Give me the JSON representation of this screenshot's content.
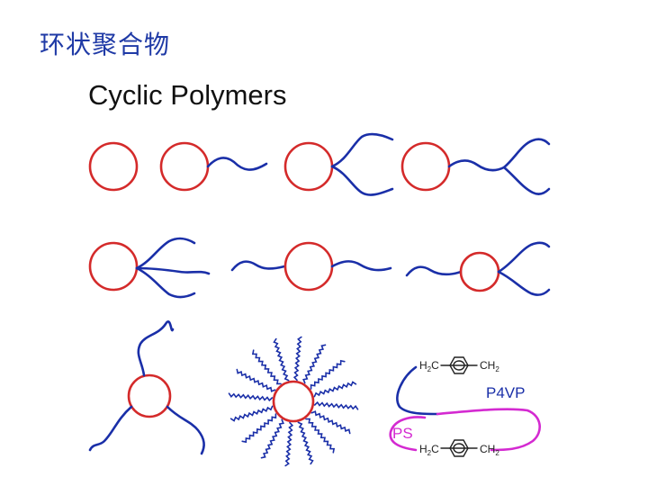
{
  "header": {
    "title": "环状聚合物",
    "subtitle": "Cyclic Polymers"
  },
  "colors": {
    "ring": "#d42a2a",
    "chain": "#1a2fa8",
    "ps_loop": "#d42ad1",
    "text_blue": "#1f3aa6"
  },
  "diagram": {
    "structures": [
      "simple-ring",
      "tadpole",
      "two-tail-tadpole",
      "ring-with-branched-tail",
      "three-tail-tadpole",
      "dumbbell",
      "tadpole-with-branched-tail",
      "three-arm-star-ring",
      "brush-ring",
      "cyclic-block-copolymer"
    ],
    "labels": {
      "top_left_group": "H",
      "top_left_sub": "2",
      "top_left_tail": "C",
      "top_right_group": "CH",
      "top_right_sub": "2",
      "block_a": "P4VP",
      "block_b": "PS",
      "bottom_left_group": "H",
      "bottom_left_sub": "2",
      "bottom_left_tail": "C",
      "bottom_right_group": "CH",
      "bottom_right_sub": "2"
    }
  }
}
